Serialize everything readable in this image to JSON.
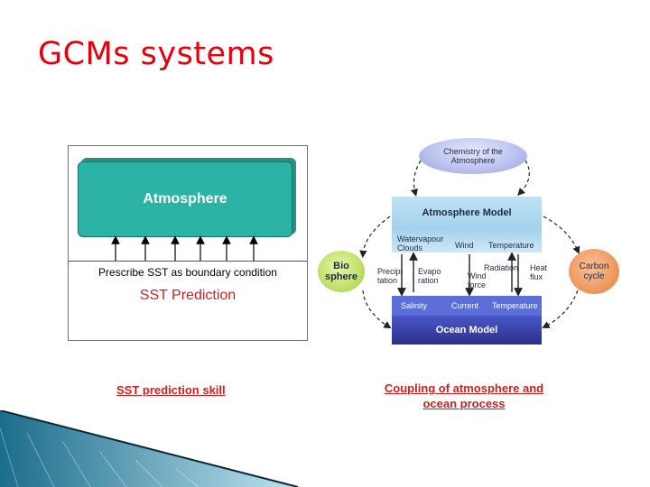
{
  "title": "GCMs systems",
  "left_diagram": {
    "atmosphere_label": "Atmosphere",
    "prescribe_label": "Prescribe SST as boundary condition",
    "sst_prediction": "SST Prediction",
    "caption": "SST prediction skill"
  },
  "right_diagram": {
    "chemistry": "Chemistry of the Atmosphere",
    "atmosphere_model": "Atmosphere Model",
    "watervapour_clouds": "Watervapour Clouds",
    "wind": "Wind",
    "temperature": "Temperature",
    "bio_sphere_line1": "Bio",
    "bio_sphere_line2": "sphere",
    "carbon_cycle_line1": "Carbon",
    "carbon_cycle_line2": "cycle",
    "precipitation_line1": "Precipi",
    "precipitation_line2": "tation",
    "evaporation_line1": "Evapo",
    "evaporation_line2": "ration",
    "wind_force_line1": "Wind",
    "wind_force_line2": "force",
    "radiation": "Radiation",
    "heat_flux_line1": "Heat",
    "heat_flux_line2": "flux",
    "salinity": "Salinity",
    "current": "Current",
    "ocean_temperature": "Temperature",
    "ocean_model": "Ocean Model",
    "caption_line1": "Coupling of atmosphere and",
    "caption_line2": "ocean process"
  },
  "colors": {
    "title": "#e8000d",
    "atmosphere_box": "#2bb3a6",
    "caption": "#d41e1e",
    "atmosphere_model": "#a3d1ec",
    "ocean_model": "#2c2f8c",
    "bio_sphere": "#bfe06a",
    "carbon_cycle": "#ee9a60",
    "chemistry": "#b9c0ee"
  }
}
